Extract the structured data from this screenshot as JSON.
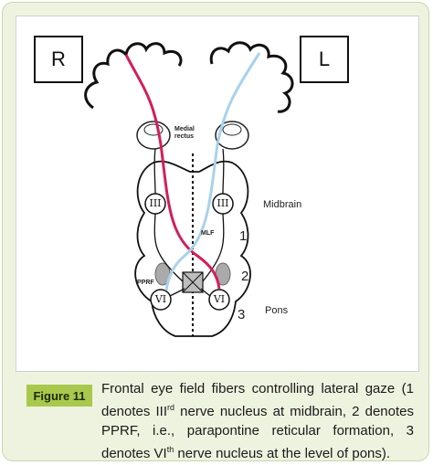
{
  "figure": {
    "label": "Figure 11",
    "caption_parts": {
      "p1": "Frontal eye field fibers controlling lateral gaze (1 denotes III",
      "p1_sup": "rd",
      "p2": " nerve nucleus at midbrain, 2 denotes PPRF, i.e., parapontine reticular formation, 3 denotes VI",
      "p2_sup": "th",
      "p3": " nerve nucleus at the level of pons)."
    }
  },
  "diagram": {
    "box_right": "R",
    "box_left": "L",
    "medial_rectus": "Medial rectus",
    "midbrain": "Midbrain",
    "pons": "Pons",
    "mlf": "MLF",
    "pprf": "PPRF",
    "n1": "1",
    "n2": "2",
    "n3": "3",
    "nucleus_iii_left": "III",
    "nucleus_iii_right": "III",
    "nucleus_vi_left": "VI",
    "nucleus_vi_right": "VI",
    "colors": {
      "right_pathway": "#d21e5c",
      "left_pathway": "#a8d2ec",
      "background": "#eef3df",
      "badge": "#a9c84e"
    }
  }
}
